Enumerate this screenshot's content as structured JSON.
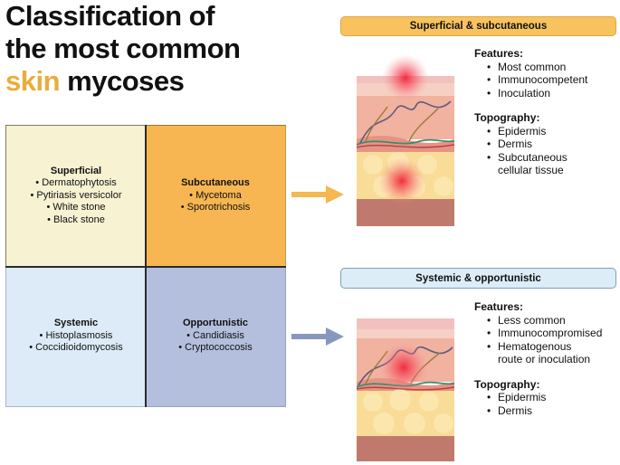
{
  "title": {
    "line1": "Classification of",
    "line2": "the most common",
    "accent": "skin",
    "line3_rest": " mycoses"
  },
  "colors": {
    "accent": "#e8ad3a",
    "superficial": "#f6f2d2",
    "subcutaneous": "#f7b651",
    "systemic": "#dcebf7",
    "opportunistic": "#b4bfde"
  },
  "grid": {
    "superficial": {
      "head": "Superficial",
      "items": [
        "Dermatophytosis",
        "Pytiriasis versicolor",
        "White stone",
        "Black stone"
      ]
    },
    "subcutaneous": {
      "head": "Subcutaneous",
      "items": [
        "Mycetoma",
        "Sporotrichosis"
      ]
    },
    "systemic": {
      "head": "Systemic",
      "items": [
        "Histoplasmosis",
        "Coccidioidomycosis"
      ]
    },
    "opportunistic": {
      "head": "Opportunistic",
      "items": [
        "Candidiasis",
        "Cryptococcosis"
      ]
    }
  },
  "top_panel": {
    "banner": "Superficial & subcutaneous",
    "features_head": "Features:",
    "features": [
      "Most common",
      "Immunocompetent",
      "Inoculation"
    ],
    "topography_head": "Topography:",
    "topography": [
      "Epidermis",
      "Dermis",
      "Subcutaneous",
      "cellular tissue"
    ]
  },
  "bottom_panel": {
    "banner": "Systemic & opportunistic",
    "features_head": "Features:",
    "features": [
      "Less common",
      "Immunocompromised",
      "Hematogenous",
      "route or inoculation"
    ],
    "topography_head": "Topography:",
    "topography": [
      "Epidermis",
      "Dermis"
    ]
  }
}
